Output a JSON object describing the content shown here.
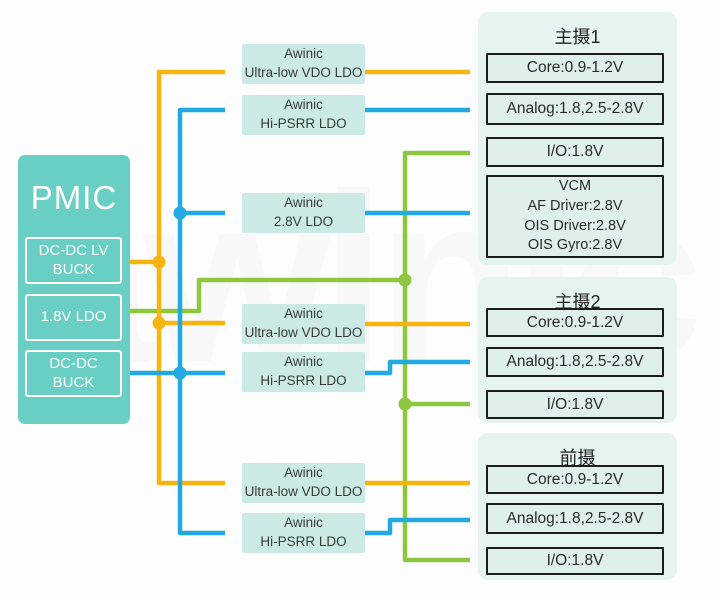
{
  "colors": {
    "teal": "#69CEC3",
    "light_teal": "#CBEAE5",
    "panel": "#E5F4F1",
    "inner_box": "#DFF0EC",
    "yellow": "#F7B30E",
    "blue": "#22A9E1",
    "green": "#8DC63F",
    "border": "#1C1C1C",
    "text": "#3A3A3A"
  },
  "watermark": "awinic",
  "pmic": {
    "title": "PMIC",
    "rails": [
      [
        "DC-DC LV",
        "BUCK"
      ],
      [
        "1.8V LDO"
      ],
      [
        "DC-DC",
        "BUCK"
      ]
    ]
  },
  "ldos": [
    {
      "vendor": "Awinic",
      "name": "Ultra-low VDO LDO"
    },
    {
      "vendor": "Awinic",
      "name": "Hi-PSRR LDO"
    },
    {
      "vendor": "Awinic",
      "name": "2.8V LDO"
    },
    {
      "vendor": "Awinic",
      "name": "Ultra-low VDO LDO"
    },
    {
      "vendor": "Awinic",
      "name": "Hi-PSRR LDO"
    },
    {
      "vendor": "Awinic",
      "name": "Ultra-low VDO LDO"
    },
    {
      "vendor": "Awinic",
      "name": "Hi-PSRR LDO"
    }
  ],
  "cameras": [
    {
      "title": "主摄1",
      "rails": [
        [
          "Core:0.9-1.2V"
        ],
        [
          "Analog:1.8,2.5-2.8V"
        ],
        [
          "I/O:1.8V"
        ],
        [
          "VCM",
          "AF Driver:2.8V",
          "OIS Driver:2.8V",
          "OIS Gyro:2.8V"
        ]
      ]
    },
    {
      "title": "主摄2",
      "rails": [
        [
          "Core:0.9-1.2V"
        ],
        [
          "Analog:1.8,2.5-2.8V"
        ],
        [
          "I/O:1.8V"
        ]
      ]
    },
    {
      "title": "前摄",
      "rails": [
        [
          "Core:0.9-1.2V"
        ],
        [
          "Analog:1.8,2.5-2.8V"
        ],
        [
          "I/O:1.8V"
        ]
      ]
    }
  ]
}
